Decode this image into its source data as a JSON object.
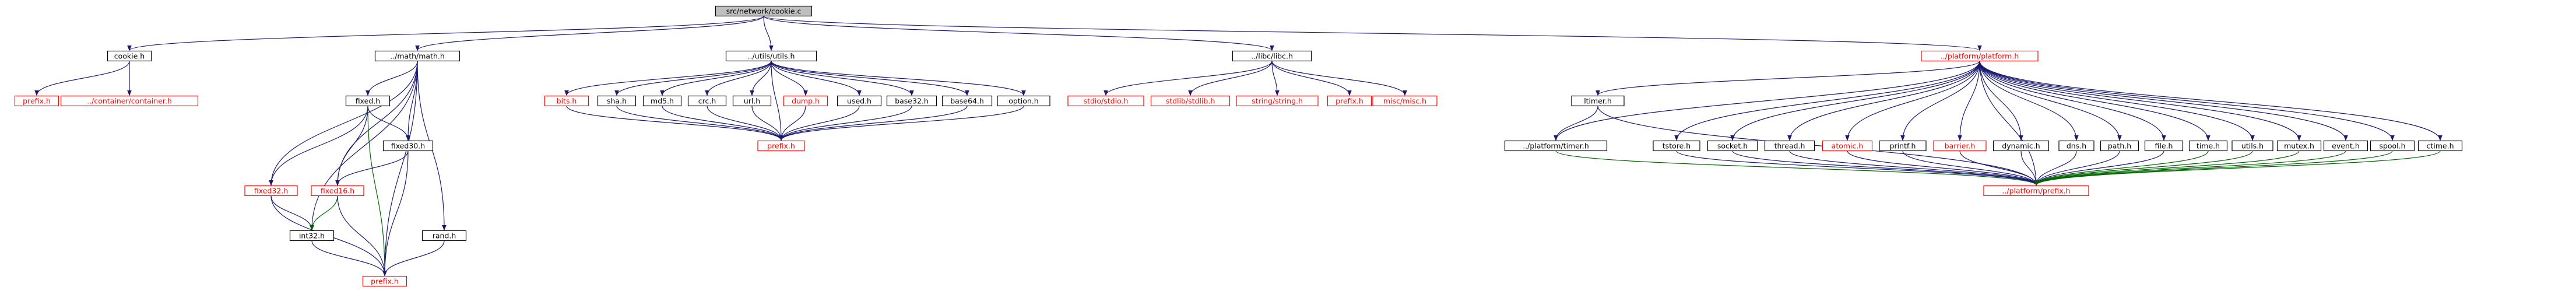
{
  "colors": {
    "root_fill": "#bfbfbf",
    "node_border": "#000000",
    "missing_border": "#ff0000",
    "edge_dark": "#191970",
    "edge_green": "#006400",
    "text": "#000000",
    "missing_text": "#ff0000"
  },
  "nodes": [
    {
      "id": "root",
      "label": "src/network/cookie.c",
      "root": true,
      "missing": false
    },
    {
      "id": "cookie_h",
      "label": "cookie.h",
      "missing": false
    },
    {
      "id": "math_h",
      "label": "../math/math.h",
      "missing": false
    },
    {
      "id": "utils_h",
      "label": "../utils/utils.h",
      "missing": false
    },
    {
      "id": "libc_h",
      "label": "../libc/libc.h",
      "missing": false
    },
    {
      "id": "platform_h",
      "label": "../platform/platform.h",
      "missing": true
    },
    {
      "id": "prefix_cookie",
      "label": "prefix.h",
      "missing": true
    },
    {
      "id": "container_h",
      "label": "../container/container.h",
      "missing": true
    },
    {
      "id": "fixed_h",
      "label": "fixed.h",
      "missing": false
    },
    {
      "id": "fixed32_h",
      "label": "fixed32.h",
      "missing": true
    },
    {
      "id": "fixed16_h",
      "label": "fixed16.h",
      "missing": true
    },
    {
      "id": "fixed30_h",
      "label": "fixed30.h",
      "missing": false
    },
    {
      "id": "int32_h",
      "label": "int32.h",
      "missing": false
    },
    {
      "id": "rand_h",
      "label": "rand.h",
      "missing": false
    },
    {
      "id": "prefix_math",
      "label": "prefix.h",
      "missing": true
    },
    {
      "id": "bits_h",
      "label": "bits.h",
      "missing": true
    },
    {
      "id": "sha_h",
      "label": "sha.h",
      "missing": false
    },
    {
      "id": "md5_h",
      "label": "md5.h",
      "missing": false
    },
    {
      "id": "crc_h",
      "label": "crc.h",
      "missing": false
    },
    {
      "id": "url_h",
      "label": "url.h",
      "missing": false
    },
    {
      "id": "dump_h",
      "label": "dump.h",
      "missing": true
    },
    {
      "id": "used_h",
      "label": "used.h",
      "missing": false
    },
    {
      "id": "base32_h",
      "label": "base32.h",
      "missing": false
    },
    {
      "id": "base64_h",
      "label": "base64.h",
      "missing": false
    },
    {
      "id": "option_h",
      "label": "option.h",
      "missing": false
    },
    {
      "id": "prefix_utils",
      "label": "prefix.h",
      "missing": true
    },
    {
      "id": "stdio_h",
      "label": "stdio/stdio.h",
      "missing": true
    },
    {
      "id": "stdlib_h",
      "label": "stdlib/stdlib.h",
      "missing": true
    },
    {
      "id": "string_h",
      "label": "string/string.h",
      "missing": true
    },
    {
      "id": "prefix_libc",
      "label": "prefix.h",
      "missing": true
    },
    {
      "id": "misc_h",
      "label": "misc/misc.h",
      "missing": true
    },
    {
      "id": "ltimer_h",
      "label": "ltimer.h",
      "missing": false
    },
    {
      "id": "ptimer_h",
      "label": "../platform/timer.h",
      "missing": false
    },
    {
      "id": "tstore_h",
      "label": "tstore.h",
      "missing": false
    },
    {
      "id": "socket_h",
      "label": "socket.h",
      "missing": false
    },
    {
      "id": "thread_h",
      "label": "thread.h",
      "missing": false
    },
    {
      "id": "atomic_h",
      "label": "atomic.h",
      "missing": true
    },
    {
      "id": "printf_h",
      "label": "printf.h",
      "missing": false
    },
    {
      "id": "barrier_h",
      "label": "barrier.h",
      "missing": true
    },
    {
      "id": "dynamic_h",
      "label": "dynamic.h",
      "missing": false
    },
    {
      "id": "dns_h",
      "label": "dns.h",
      "missing": false
    },
    {
      "id": "path_h",
      "label": "path.h",
      "missing": false
    },
    {
      "id": "file_h",
      "label": "file.h",
      "missing": false
    },
    {
      "id": "time_h",
      "label": "time.h",
      "missing": false
    },
    {
      "id": "utils2_h",
      "label": "utils.h",
      "missing": false
    },
    {
      "id": "mutex_h",
      "label": "mutex.h",
      "missing": false
    },
    {
      "id": "event_h",
      "label": "event.h",
      "missing": false
    },
    {
      "id": "spool_h",
      "label": "spool.h",
      "missing": false
    },
    {
      "id": "ctime_h",
      "label": "ctime.h",
      "missing": false
    },
    {
      "id": "prefix_platform",
      "label": "../platform/prefix.h",
      "missing": true
    }
  ],
  "edges": [
    [
      "root",
      "cookie_h"
    ],
    [
      "root",
      "math_h"
    ],
    [
      "root",
      "utils_h"
    ],
    [
      "root",
      "libc_h"
    ],
    [
      "root",
      "platform_h"
    ],
    [
      "cookie_h",
      "prefix_cookie"
    ],
    [
      "cookie_h",
      "container_h"
    ],
    [
      "math_h",
      "fixed_h"
    ],
    [
      "math_h",
      "fixed30_h"
    ],
    [
      "math_h",
      "fixed16_h"
    ],
    [
      "math_h",
      "fixed32_h"
    ],
    [
      "math_h",
      "int32_h"
    ],
    [
      "math_h",
      "rand_h"
    ],
    [
      "math_h",
      "prefix_math"
    ],
    [
      "fixed_h",
      "fixed30_h"
    ],
    [
      "fixed_h",
      "fixed16_h"
    ],
    [
      "fixed_h",
      "fixed32_h"
    ],
    [
      "fixed_h",
      "prefix_math"
    ],
    [
      "fixed30_h",
      "fixed16_h"
    ],
    [
      "fixed30_h",
      "prefix_math"
    ],
    [
      "fixed32_h",
      "int32_h"
    ],
    [
      "fixed32_h",
      "prefix_math"
    ],
    [
      "fixed16_h",
      "int32_h"
    ],
    [
      "fixed16_h",
      "prefix_math"
    ],
    [
      "int32_h",
      "prefix_math"
    ],
    [
      "rand_h",
      "prefix_math"
    ],
    [
      "utils_h",
      "bits_h"
    ],
    [
      "utils_h",
      "sha_h"
    ],
    [
      "utils_h",
      "md5_h"
    ],
    [
      "utils_h",
      "crc_h"
    ],
    [
      "utils_h",
      "url_h"
    ],
    [
      "utils_h",
      "dump_h"
    ],
    [
      "utils_h",
      "used_h"
    ],
    [
      "utils_h",
      "base32_h"
    ],
    [
      "utils_h",
      "base64_h"
    ],
    [
      "utils_h",
      "option_h"
    ],
    [
      "utils_h",
      "prefix_utils"
    ],
    [
      "bits_h",
      "prefix_utils"
    ],
    [
      "sha_h",
      "prefix_utils"
    ],
    [
      "md5_h",
      "prefix_utils"
    ],
    [
      "crc_h",
      "prefix_utils"
    ],
    [
      "url_h",
      "prefix_utils"
    ],
    [
      "dump_h",
      "prefix_utils"
    ],
    [
      "used_h",
      "prefix_utils"
    ],
    [
      "base32_h",
      "prefix_utils"
    ],
    [
      "base64_h",
      "prefix_utils"
    ],
    [
      "option_h",
      "prefix_utils"
    ],
    [
      "libc_h",
      "stdio_h"
    ],
    [
      "libc_h",
      "stdlib_h"
    ],
    [
      "libc_h",
      "string_h"
    ],
    [
      "libc_h",
      "prefix_libc"
    ],
    [
      "libc_h",
      "misc_h"
    ],
    [
      "platform_h",
      "ptimer_h"
    ],
    [
      "platform_h",
      "ltimer_h"
    ],
    [
      "platform_h",
      "tstore_h"
    ],
    [
      "platform_h",
      "socket_h"
    ],
    [
      "platform_h",
      "thread_h"
    ],
    [
      "platform_h",
      "atomic_h"
    ],
    [
      "platform_h",
      "printf_h"
    ],
    [
      "platform_h",
      "barrier_h"
    ],
    [
      "platform_h",
      "dynamic_h"
    ],
    [
      "platform_h",
      "dns_h"
    ],
    [
      "platform_h",
      "path_h"
    ],
    [
      "platform_h",
      "file_h"
    ],
    [
      "platform_h",
      "time_h"
    ],
    [
      "platform_h",
      "utils2_h"
    ],
    [
      "platform_h",
      "mutex_h"
    ],
    [
      "platform_h",
      "event_h"
    ],
    [
      "platform_h",
      "spool_h"
    ],
    [
      "platform_h",
      "ctime_h"
    ],
    [
      "platform_h",
      "prefix_platform"
    ],
    [
      "ltimer_h",
      "ptimer_h"
    ],
    [
      "ltimer_h",
      "prefix_platform"
    ],
    [
      "ptimer_h",
      "prefix_platform"
    ],
    [
      "tstore_h",
      "prefix_platform"
    ],
    [
      "socket_h",
      "prefix_platform"
    ],
    [
      "thread_h",
      "prefix_platform"
    ],
    [
      "atomic_h",
      "prefix_platform"
    ],
    [
      "printf_h",
      "prefix_platform"
    ],
    [
      "barrier_h",
      "prefix_platform"
    ],
    [
      "dynamic_h",
      "prefix_platform"
    ],
    [
      "dns_h",
      "prefix_platform"
    ],
    [
      "path_h",
      "prefix_platform"
    ],
    [
      "file_h",
      "prefix_platform"
    ],
    [
      "time_h",
      "prefix_platform"
    ],
    [
      "utils2_h",
      "prefix_platform"
    ],
    [
      "mutex_h",
      "prefix_platform"
    ],
    [
      "event_h",
      "prefix_platform"
    ],
    [
      "spool_h",
      "prefix_platform"
    ],
    [
      "ctime_h",
      "prefix_platform"
    ]
  ],
  "green_edges": [
    [
      "fixed_h",
      "prefix_math"
    ],
    [
      "fixed16_h",
      "int32_h"
    ],
    [
      "ptimer_h",
      "prefix_platform"
    ],
    [
      "time_h",
      "prefix_platform"
    ],
    [
      "utils2_h",
      "prefix_platform"
    ],
    [
      "mutex_h",
      "prefix_platform"
    ],
    [
      "event_h",
      "prefix_platform"
    ],
    [
      "spool_h",
      "prefix_platform"
    ],
    [
      "ctime_h",
      "prefix_platform"
    ]
  ]
}
